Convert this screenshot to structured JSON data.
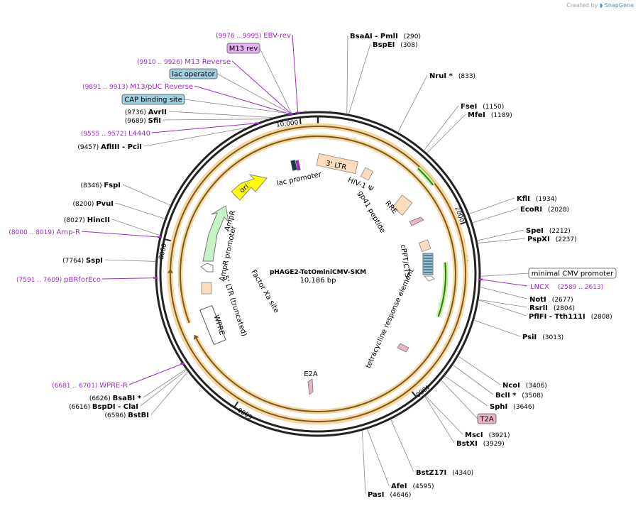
{
  "credit": {
    "prefix": "Created by",
    "brand": "SnapGene"
  },
  "plasmid": {
    "name": "pHAGE2-TetOminiCMV-SKM",
    "length": "10,186 bp",
    "total_bp": 10186
  },
  "ticks": [
    "2000",
    "4000",
    "6000",
    "8000",
    "10,000"
  ],
  "sites": [
    {
      "name": "BsaAI",
      "extra": " - PmlI",
      "pos": "(290)"
    },
    {
      "name": "BspEI",
      "extra": "",
      "pos": "(308)"
    },
    {
      "name": "NruI *",
      "extra": "",
      "pos": "(833)"
    },
    {
      "name": "FseI",
      "extra": "",
      "pos": "(1150)"
    },
    {
      "name": "MfeI",
      "extra": "",
      "pos": "(1189)"
    },
    {
      "name": "KflI",
      "extra": "",
      "pos": "(1934)"
    },
    {
      "name": "EcoRI",
      "extra": "",
      "pos": "(2028)"
    },
    {
      "name": "SpeI",
      "extra": "",
      "pos": "(2212)"
    },
    {
      "name": "PspXI",
      "extra": "",
      "pos": "(2237)"
    },
    {
      "name": "NotI",
      "extra": "",
      "pos": "(2677)"
    },
    {
      "name": "RsrII",
      "extra": "",
      "pos": "(2804)"
    },
    {
      "name": "PflFI",
      "extra": " - Tth111I",
      "pos": "(2808)"
    },
    {
      "name": "PsiI",
      "extra": "",
      "pos": "(3013)"
    },
    {
      "name": "NcoI",
      "extra": "",
      "pos": "(3406)"
    },
    {
      "name": "BclI *",
      "extra": "",
      "pos": "(3508)"
    },
    {
      "name": "SphI",
      "extra": "",
      "pos": "(3646)"
    },
    {
      "name": "MscI",
      "extra": "",
      "pos": "(3921)"
    },
    {
      "name": "BstXI",
      "extra": "",
      "pos": "(3929)"
    },
    {
      "name": "BstZ17I",
      "extra": "",
      "pos": "(4340)"
    },
    {
      "name": "AfeI",
      "extra": "",
      "pos": "(4595)"
    },
    {
      "name": "PasI",
      "extra": "",
      "pos": "(4646)"
    },
    {
      "name": "BstBI",
      "extra": "",
      "pos": "(6596)"
    },
    {
      "name": "BspDI",
      "extra": " - ClaI",
      "pos": "(6616)"
    },
    {
      "name": "BsaBI *",
      "extra": "",
      "pos": "(6626)"
    },
    {
      "name": "SspI",
      "extra": "",
      "pos": "(7764)"
    },
    {
      "name": "HincII",
      "extra": "",
      "pos": "(8027)"
    },
    {
      "name": "PvuI",
      "extra": "",
      "pos": "(8200)"
    },
    {
      "name": "FspI",
      "extra": "",
      "pos": "(8346)"
    },
    {
      "name": "AflIII",
      "extra": " - PciI",
      "pos": "(9457)"
    },
    {
      "name": "SfiI",
      "extra": "",
      "pos": "(9689)"
    },
    {
      "name": "AvrII",
      "extra": "",
      "pos": "(9736)"
    }
  ],
  "primers": [
    {
      "name": "EBV-rev",
      "range": "(9976 .. 9995)"
    },
    {
      "name": "M13 Reverse",
      "range": "(9910 .. 9926)"
    },
    {
      "name": "M13/pUC Reverse",
      "range": "(9891 .. 9913)"
    },
    {
      "name": "L4440",
      "range": "(9555 .. 9572)"
    },
    {
      "name": "Amp-R",
      "range": "(8000 .. 8019)"
    },
    {
      "name": "pBRforEco",
      "range": "(7591 .. 7609)"
    },
    {
      "name": "WPRE-R",
      "range": "(6681 .. 6701)"
    },
    {
      "name": "LNCX",
      "range": "(2589 .. 2613)"
    }
  ],
  "boxed_labels": [
    {
      "text": "M13 rev",
      "color": "#e3b0f2"
    },
    {
      "text": "lac operator",
      "color": "#9fcfdf"
    },
    {
      "text": "CAP binding site",
      "color": "#9fcfdf"
    },
    {
      "text": "minimal CMV promoter",
      "color": "#ffffff"
    },
    {
      "text": "T2A",
      "color": "#e7b5c8"
    }
  ],
  "features": [
    {
      "text": "ori",
      "color": "#ffff00"
    },
    {
      "text": "AmpR",
      "color": "#c6f3c6"
    },
    {
      "text": "AmpR promoter",
      "color": "#ffffff"
    },
    {
      "text": "lac promoter",
      "color": "#ffffff"
    },
    {
      "text": "3' LTR",
      "color": "#fbddbd"
    },
    {
      "text": "HIV-1 Ψ",
      "color": "#fbddbd"
    },
    {
      "text": "RRE",
      "color": "#fbddbd"
    },
    {
      "text": "gp41 peptide",
      "color": "#e7b5c8"
    },
    {
      "text": "cPPT/CTS",
      "color": "#fbddbd"
    },
    {
      "text": "tetracycline response element",
      "color": "#99c4d6"
    },
    {
      "text": "E2A",
      "color": "#e7b5c8"
    },
    {
      "text": "Factor Xa site",
      "color": "#ffffff"
    },
    {
      "text": "5' LTR (truncated)",
      "color": "#fbddbd"
    },
    {
      "text": "WPRE",
      "color": "#ffffff"
    }
  ]
}
